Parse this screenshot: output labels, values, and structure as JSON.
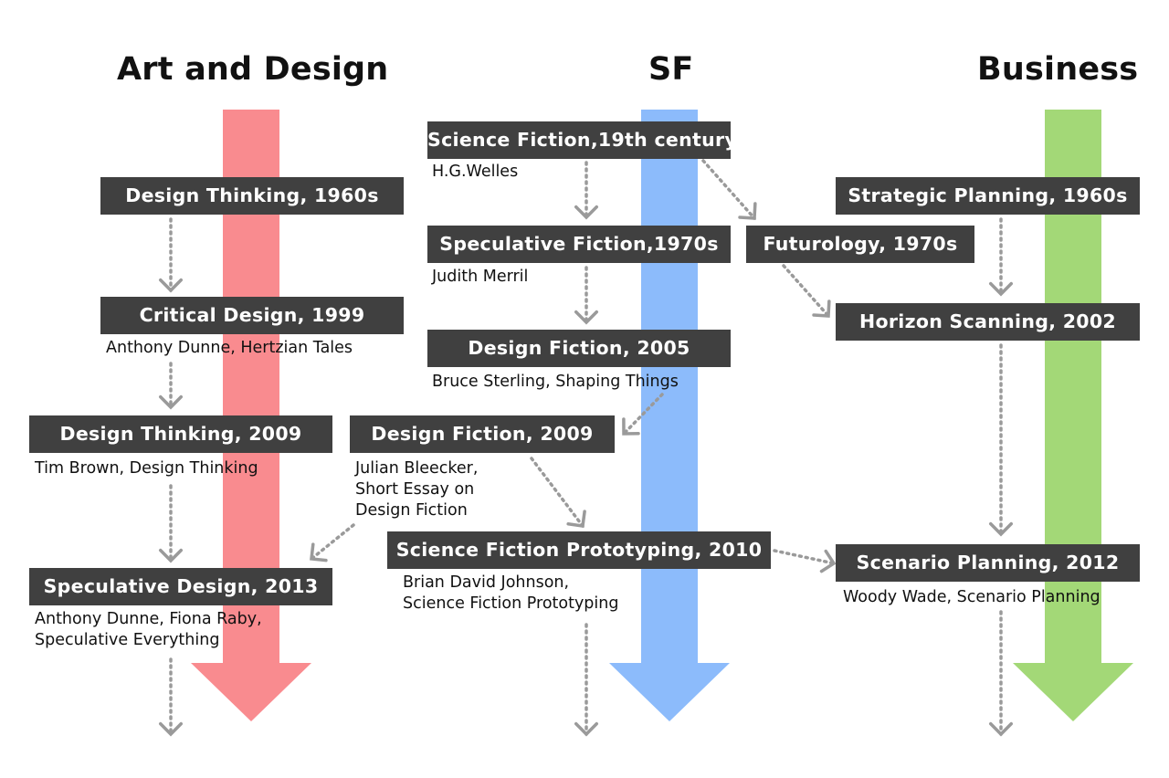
{
  "colors": {
    "art_arrow": "#f98b8f",
    "sf_arrow": "#8cbbfb",
    "business_arrow": "#a3d877",
    "box_fill": "#404040",
    "box_text": "#ffffff",
    "connector": "#9a9a9a"
  },
  "columns": {
    "art": "Art and Design",
    "sf": "SF",
    "business": "Business"
  },
  "nodes": {
    "design_thinking_1960s": {
      "title": "Design Thinking, 1960s",
      "caption": []
    },
    "critical_design_1999": {
      "title": "Critical Design, 1999",
      "caption": [
        "Anthony Dunne, Hertzian Tales"
      ]
    },
    "design_thinking_2009": {
      "title": "Design Thinking, 2009",
      "caption": [
        "Tim Brown, Design Thinking"
      ]
    },
    "speculative_design_2013": {
      "title": "Speculative Design, 2013",
      "caption": [
        "Anthony Dunne, Fiona Raby,",
        "Speculative Everything"
      ]
    },
    "science_fiction_19th": {
      "title": "Science Fiction,19th century",
      "caption": [
        "H.G.Welles"
      ]
    },
    "speculative_fiction_1970s": {
      "title": "Speculative Fiction,1970s",
      "caption": [
        "Judith Merril"
      ]
    },
    "design_fiction_2005": {
      "title": "Design Fiction, 2005",
      "caption": [
        "Bruce Sterling, Shaping Things"
      ]
    },
    "design_fiction_2009": {
      "title": "Design Fiction, 2009",
      "caption": [
        "Julian Bleecker,",
        "Short Essay on",
        "Design Fiction"
      ]
    },
    "sf_prototyping_2010": {
      "title": "Science Fiction Prototyping, 2010",
      "caption": [
        "Brian David Johnson,",
        "Science Fiction Prototyping"
      ]
    },
    "strategic_planning_1960s": {
      "title": "Strategic Planning, 1960s",
      "caption": []
    },
    "futurology_1970s": {
      "title": "Futurology, 1970s",
      "caption": []
    },
    "horizon_scanning_2002": {
      "title": "Horizon Scanning, 2002",
      "caption": []
    },
    "scenario_planning_2012": {
      "title": "Scenario Planning, 2012",
      "caption": [
        "Woody Wade, Scenario Planning"
      ]
    }
  }
}
